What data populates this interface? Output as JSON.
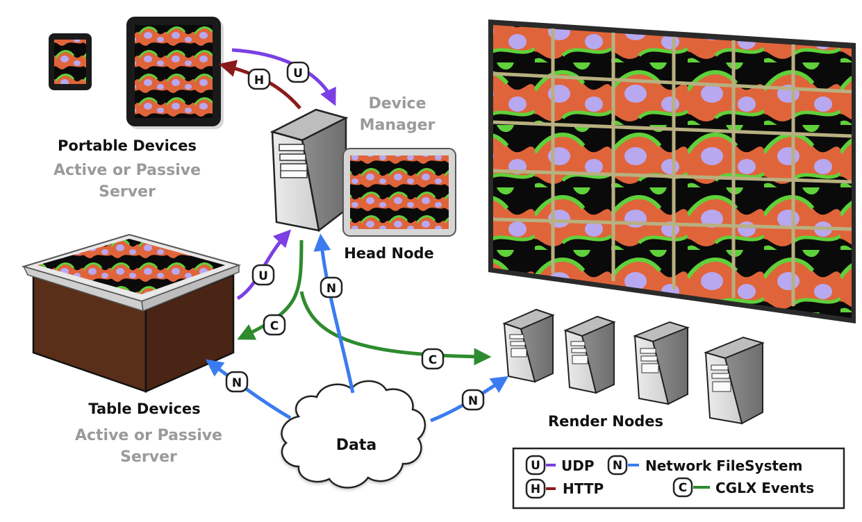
{
  "labels": {
    "portable_devices": "Portable Devices",
    "portable_role_line1": "Active or Passive",
    "portable_role_line2": "Server",
    "device_manager_line1": "Device",
    "device_manager_line2": "Manager",
    "head_node": "Head Node",
    "table_devices": "Table Devices",
    "table_role_line1": "Active or Passive",
    "table_role_line2": "Server",
    "render_nodes": "Render Nodes",
    "data": "Data"
  },
  "badges": {
    "udp": "U",
    "http": "H",
    "nfs": "N",
    "cglx": "C"
  },
  "legend": {
    "udp": "UDP",
    "nfs": "Network FileSystem",
    "http": "HTTP",
    "cglx": "CGLX Events"
  },
  "colors": {
    "udp": "#7b3fe4",
    "http": "#8b1a1a",
    "nfs": "#3a7cf0",
    "cglx": "#2e8b2e",
    "label_gray": "#9a9a9a",
    "table_wood": "#5a2f1a",
    "screen_black": "#0a0a0a",
    "cell_orange": "#e0643a",
    "cell_green": "#5fd13a",
    "nucleus": "#b8a8f0"
  }
}
